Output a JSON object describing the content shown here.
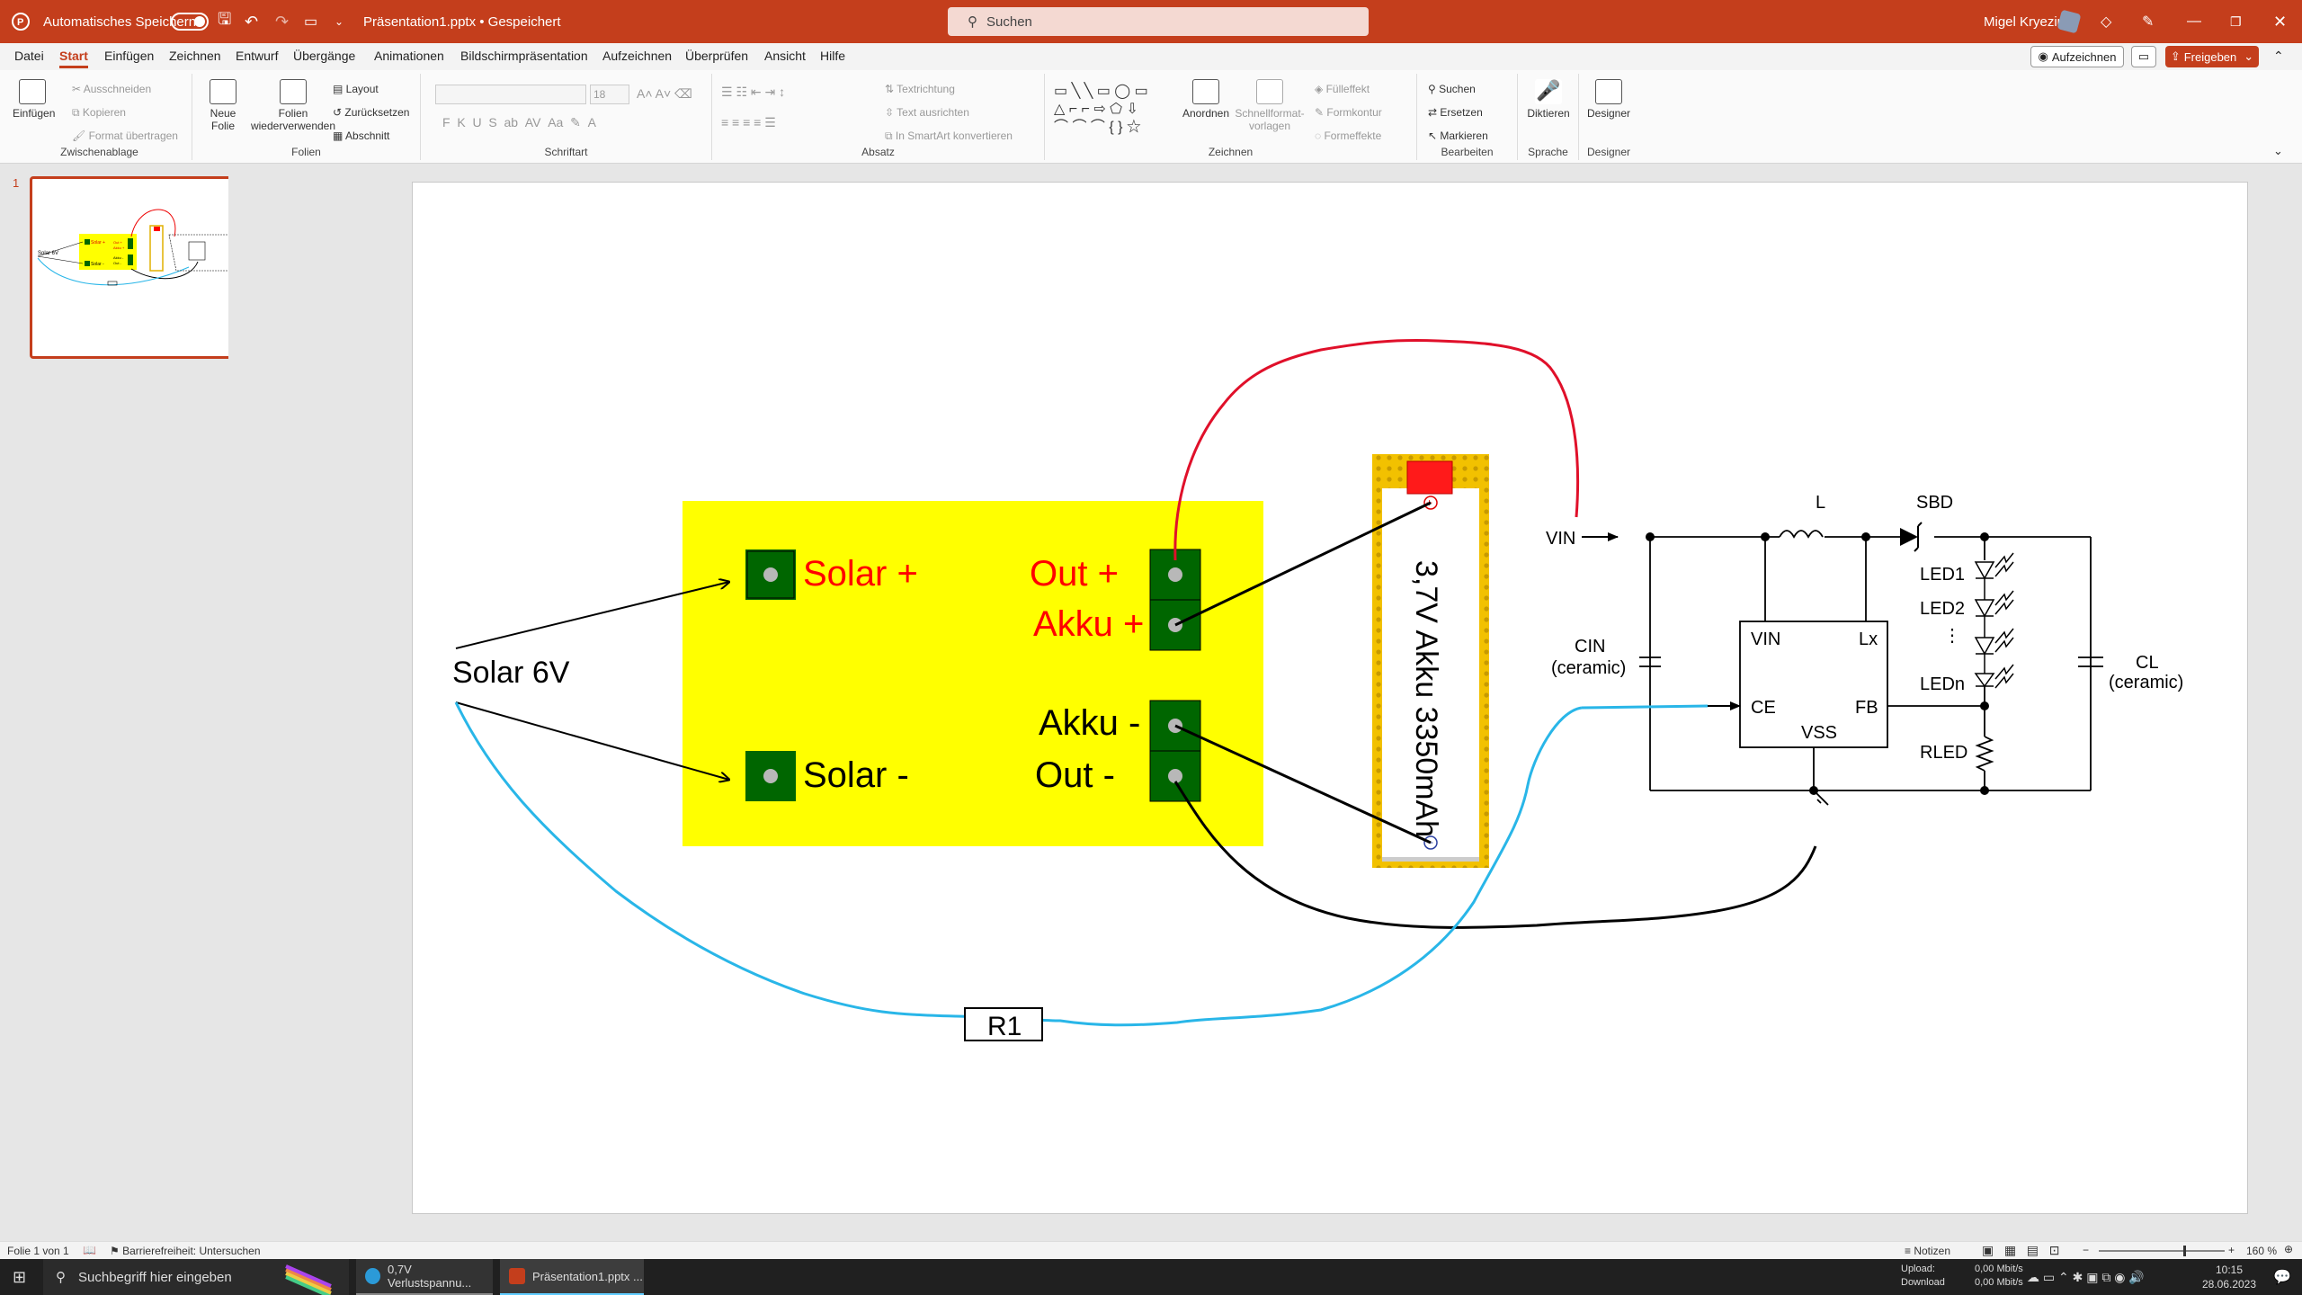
{
  "titlebar": {
    "autosave_label": "Automatisches Speichern",
    "doc_title": "Präsentation1.pptx • Gespeichert",
    "search_placeholder": "Suchen",
    "user": "Migel Kryeziu"
  },
  "menu": {
    "items": [
      "Datei",
      "Start",
      "Einfügen",
      "Zeichnen",
      "Entwurf",
      "Übergänge",
      "Animationen",
      "Bildschirmpräsentation",
      "Aufzeichnen",
      "Überprüfen",
      "Ansicht",
      "Hilfe"
    ],
    "record": "Aufzeichnen",
    "share": "Freigeben"
  },
  "ribbon": {
    "clipboard": {
      "paste": "Einfügen",
      "cut": "Ausschneiden",
      "copy": "Kopieren",
      "format": "Format übertragen",
      "label": "Zwischenablage"
    },
    "slides": {
      "new": "Neue Folie",
      "reuse": "Folien wiederverwenden",
      "layout": "Layout",
      "reset": "Zurücksetzen",
      "section": "Abschnitt",
      "label": "Folien"
    },
    "font": {
      "label": "Schriftart",
      "size": "18"
    },
    "paragraph": {
      "direction": "Textrichtung",
      "align": "Text ausrichten",
      "smartart": "In SmartArt konvertieren",
      "label": "Absatz"
    },
    "drawing": {
      "arrange": "Anordnen",
      "quickstyles": "Schnellformat-vorlagen",
      "fill": "Fülleffekt",
      "outline": "Formkontur",
      "effects": "Formeffekte",
      "label": "Zeichnen"
    },
    "editing": {
      "find": "Suchen",
      "replace": "Ersetzen",
      "select": "Markieren",
      "label": "Bearbeiten"
    },
    "voice": {
      "dictate": "Diktieren",
      "label": "Sprache"
    },
    "designer": {
      "btn": "Designer",
      "label": "Designer"
    }
  },
  "slide_panel": {
    "number": "1"
  },
  "slide": {
    "solar_plus": "Solar +",
    "solar_minus": "Solar -",
    "out_plus": "Out +",
    "akku_plus": "Akku +",
    "akku_minus": "Akku -",
    "out_minus": "Out -",
    "solar_6v": "Solar 6V",
    "battery": "3,7V Akku 3350mAh",
    "r1": "R1",
    "vin": "VIN",
    "vin_sub": "IN",
    "l": "L",
    "sbd": "SBD",
    "led1": "LED1",
    "led2": "LED2",
    "ledn": "LEDn",
    "cin": "CIN",
    "cin_sub": "IN",
    "ceramic": "(ceramic)",
    "cl": "CL",
    "cl_sub": "L",
    "ic_vin": "VIN",
    "ic_lx": "Lx",
    "ic_ce": "CE",
    "ic_fb": "FB",
    "ic_vss": "VSS",
    "rled": "RLED",
    "thumb_solar6v": "Solar 6V",
    "thumb_solar_plus": "Solar +",
    "thumb_solar_minus": "Solar -",
    "thumb_out_plus": "Out +",
    "thumb_akku_plus": "Akku +",
    "thumb_akku_minus": "Akku -",
    "thumb_out_minus": "Out -"
  },
  "status": {
    "slide_info": "Folie 1 von 1",
    "accessibility": "Barrierefreiheit: Untersuchen",
    "notes": "Notizen",
    "zoom": "160 %"
  },
  "taskbar": {
    "search": "Suchbegriff hier eingeben",
    "app1": "0,7V Verlustspannu...",
    "app2": "Präsentation1.pptx ...",
    "upload": "Upload:",
    "download": "Download",
    "up_speed": "0,00 Mbit/s",
    "down_speed": "0,00 Mbit/s",
    "time": "10:15",
    "date": "28.06.2023"
  },
  "colors": {
    "accent": "#c43e1c",
    "yellow": "#ffff00",
    "green": "#006600",
    "red": "#ff0000",
    "cyan": "#29b6e8"
  }
}
